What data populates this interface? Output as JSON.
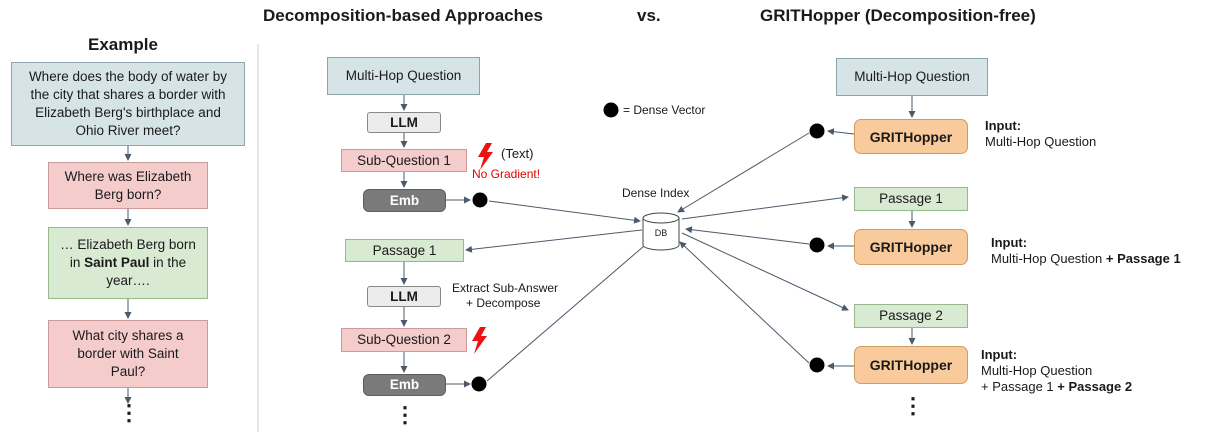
{
  "headings": {
    "left": "Decomposition-based Approaches",
    "vs": "vs.",
    "right": "GRITHopper (Decomposition-free)"
  },
  "example": {
    "title": "Example",
    "question": "Where does the body of water by the city that shares a border with Elizabeth Berg's birthplace and Ohio River meet?",
    "sub_q1": "Where was Elizabeth Berg born?",
    "passage_pre": "… Elizabeth Berg born in ",
    "passage_bold": "Saint Paul",
    "passage_post": " in the year….",
    "sub_q2": "What city shares a border with Saint Paul?",
    "dots": "⋮"
  },
  "decomposition": {
    "question": "Multi-Hop Question",
    "llm1": "LLM",
    "sub_q1": "Sub-Question 1",
    "text_note": "(Text)",
    "no_gradient": "No Gradient!",
    "emb1": "Emb",
    "passage1": "Passage 1",
    "llm2": "LLM",
    "extract_line1": "Extract Sub-Answer",
    "extract_line2": "+ Decompose",
    "sub_q2": "Sub-Question 2",
    "emb2": "Emb",
    "dots": "⋮"
  },
  "legend": {
    "dense_vector": "= Dense Vector"
  },
  "index": {
    "label": "Dense Index",
    "db": "DB"
  },
  "grithopper": {
    "question": "Multi-Hop Question",
    "model1": "GRITHopper",
    "passage1": "Passage 1",
    "model2": "GRITHopper",
    "passage2": "Passage 2",
    "model3": "GRITHopper",
    "dots": "⋮",
    "input_label": "Input:",
    "input1": "Multi-Hop Question",
    "input2_plain": "Multi-Hop Question ",
    "input2_bold": "+ Passage 1",
    "input3_line1": "Multi-Hop Question",
    "input3_plain": "+ Passage 1 ",
    "input3_bold": "+ Passage 2"
  },
  "colors": {
    "question_box": "#d6e4e8",
    "sub_question_box": "#f4cccc",
    "passage_box": "#d9ead3",
    "grithopper_box": "#f9cb9c",
    "emb_box": "#7a7a7a",
    "no_gradient": "#e00000",
    "arrow": "#4a5a6a"
  }
}
